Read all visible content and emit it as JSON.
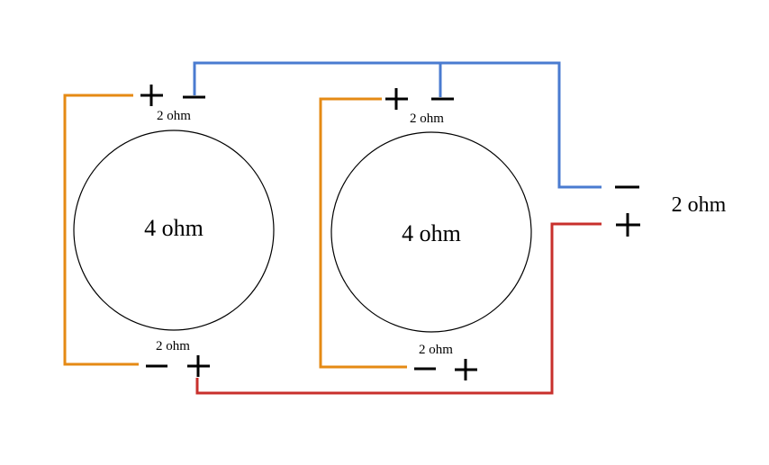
{
  "colors": {
    "positive_wire": "#c8302c",
    "negative_wire": "#4a7bd0",
    "coil_jumper": "#e58a14",
    "background": "#ffffff",
    "ink": "#000000"
  },
  "speakers": [
    {
      "label": "4 ohm",
      "top_coil_label": "2 ohm",
      "bottom_coil_label": "2 ohm"
    },
    {
      "label": "4 ohm",
      "top_coil_label": "2 ohm",
      "bottom_coil_label": "2 ohm"
    }
  ],
  "output": {
    "label": "2 ohm"
  }
}
